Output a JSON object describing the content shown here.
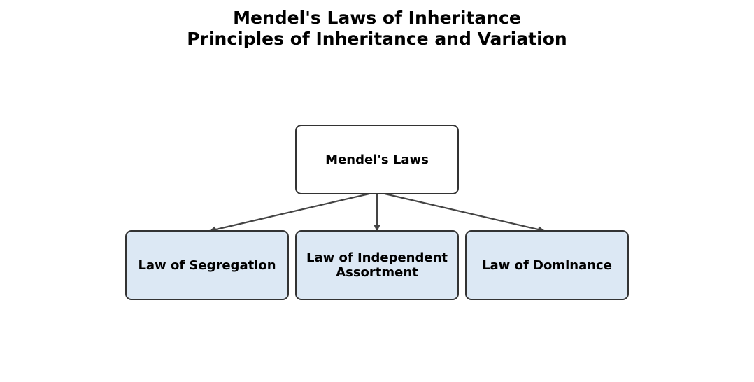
{
  "title": {
    "line1": "Mendel's Laws of Inheritance",
    "line2": "Principles of Inheritance and Variation"
  },
  "colors": {
    "root_fill": "#ffffff",
    "child_fill": "#dce8f4",
    "border": "#333333",
    "edge": "#444444"
  },
  "nodes": {
    "root": {
      "label": "Mendel's Laws"
    },
    "children": [
      {
        "label": "Law of Segregation"
      },
      {
        "label": "Law of Independent\nAssortment"
      },
      {
        "label": "Law of Dominance"
      }
    ]
  }
}
